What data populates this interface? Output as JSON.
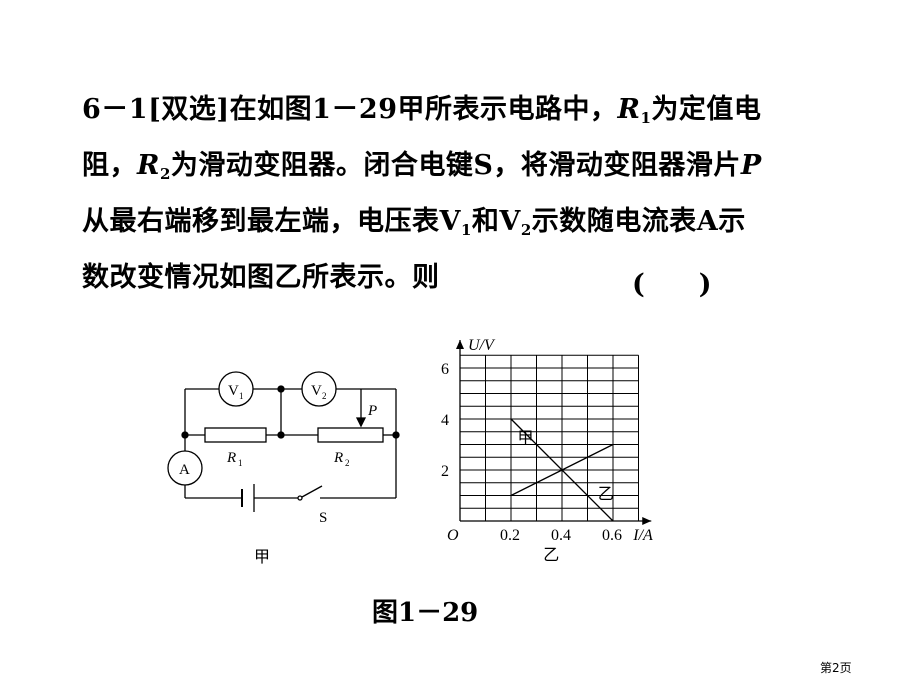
{
  "question": {
    "number": "6－1",
    "tag": "[双选]",
    "l1_a": "在如图1－29甲所表示电路中，",
    "r": "R",
    "sub1": "1",
    "l1_b": "为定值电",
    "l2_a": "阻，",
    "sub2": "2",
    "l2_b": "为滑动变阻器。闭合电键S，将滑动变阻器滑片",
    "p": "P",
    "l3_a": "从最右端移到最左端，电压表V",
    "l3_b": "和V",
    "l3_c": "示数随电流表A示",
    "l4": "数改变情况如图乙所表示。则",
    "paren": "(　　)"
  },
  "circuit": {
    "v1_symbol": "V",
    "v1_sub": "1",
    "v2_symbol": "V",
    "v2_sub": "2",
    "ammeter": "A",
    "r1": "R",
    "r1_sub": "1",
    "r2": "R",
    "r2_sub": "2",
    "slider": "P",
    "switch": "S",
    "label": "甲"
  },
  "graph": {
    "y_axis": "U/V",
    "x_axis": "I/A",
    "origin": "O",
    "label": "乙"
  },
  "chart_data": {
    "type": "line",
    "xlabel": "I/A",
    "ylabel": "U/V",
    "xlim": [
      0,
      0.7
    ],
    "ylim": [
      0,
      6.5
    ],
    "x_ticks": [
      "0.2",
      "0.4",
      "0.6"
    ],
    "y_ticks": [
      "2",
      "4",
      "6"
    ],
    "grid": true,
    "series": [
      {
        "name": "甲",
        "x": [
          0.2,
          0.6
        ],
        "y": [
          4,
          0
        ],
        "color": "#000000"
      },
      {
        "name": "乙",
        "x": [
          0.2,
          0.6
        ],
        "y": [
          1,
          3
        ],
        "color": "#000000"
      }
    ]
  },
  "caption": "图1－29",
  "page": "第2页"
}
